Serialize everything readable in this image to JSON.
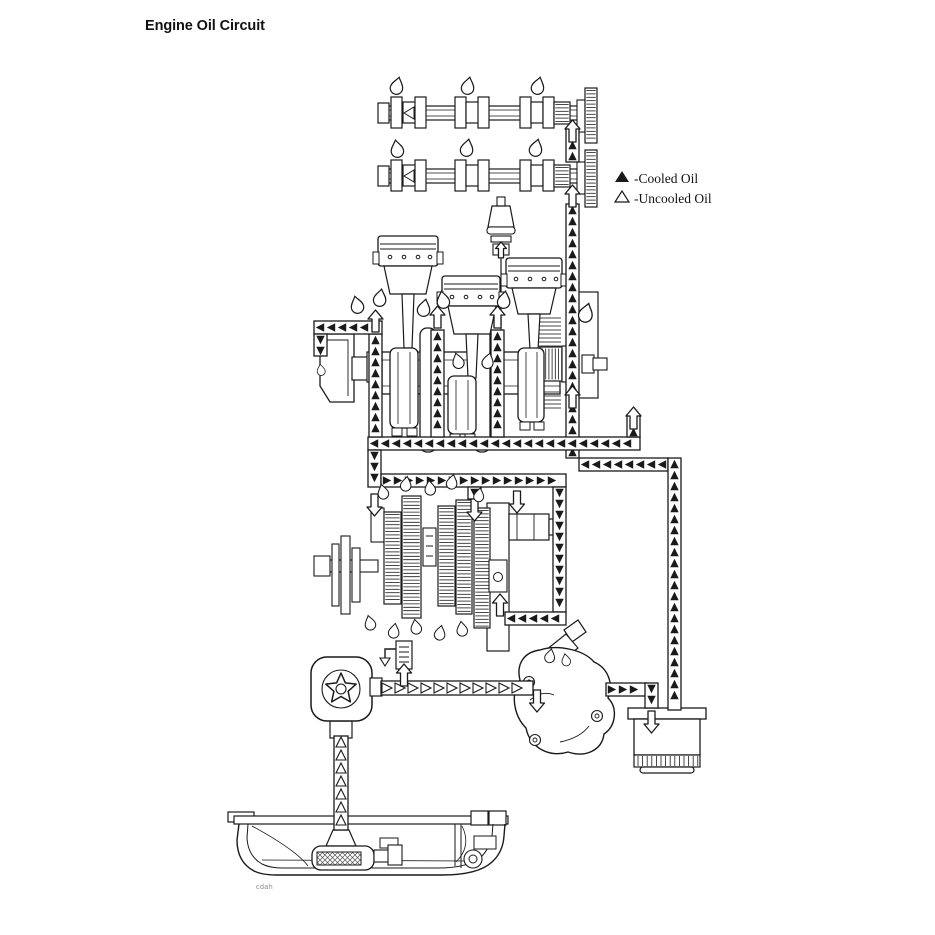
{
  "page": {
    "title": "Engine Oil Circuit",
    "footnote": "cdah"
  },
  "legend": {
    "cooled": {
      "icon": "filled-triangle-icon",
      "label": "-Cooled Oil"
    },
    "uncooled": {
      "icon": "outline-triangle-icon",
      "label": "-Uncooled Oil"
    }
  },
  "colors": {
    "line": "#1a1a1a",
    "background": "#ffffff"
  }
}
